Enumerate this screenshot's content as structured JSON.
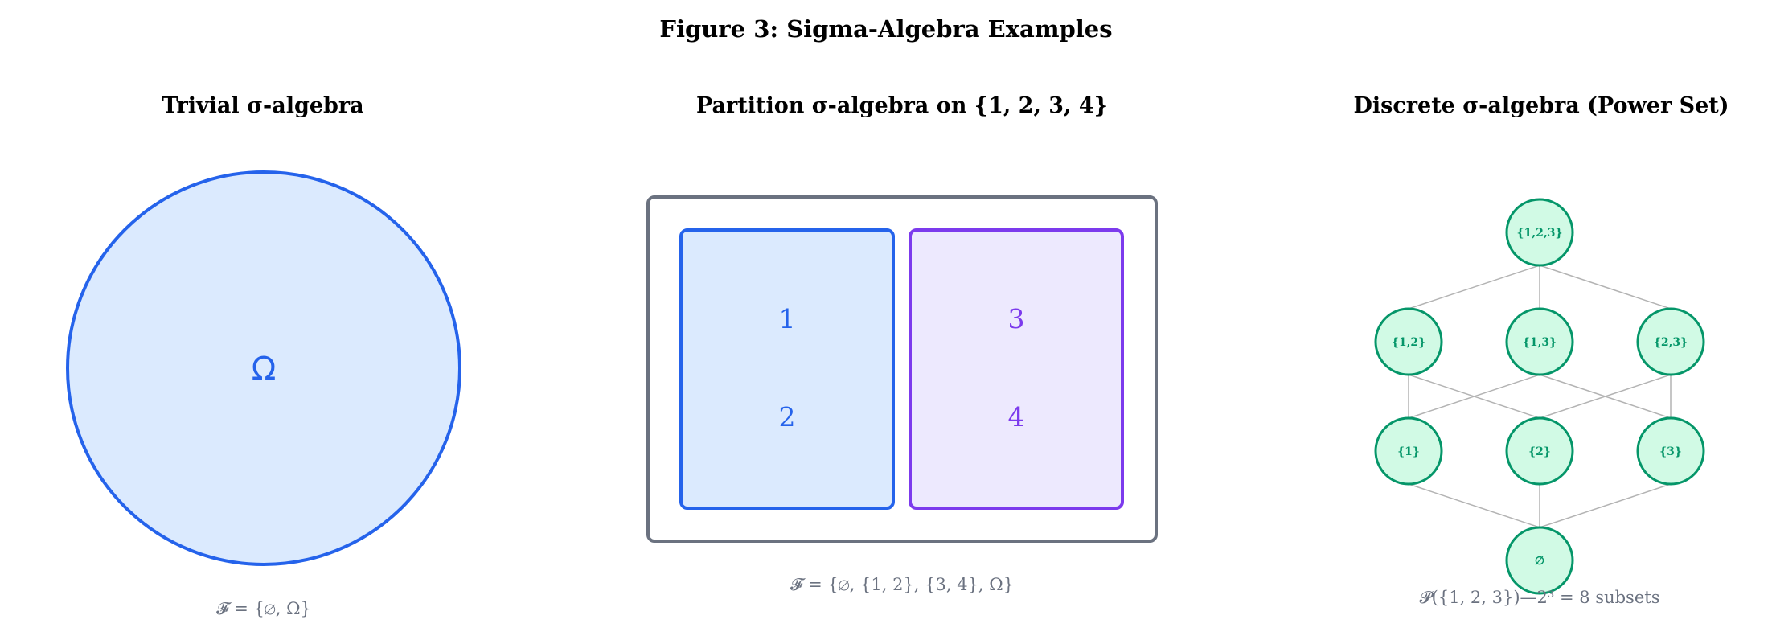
{
  "figure": {
    "title": "Figure 3: Sigma-Algebra Examples"
  },
  "panels": {
    "trivial": {
      "title": "Trivial σ-algebra",
      "omega_label": "Ω",
      "caption": "𝓕 = {∅, Ω}"
    },
    "partition": {
      "title": "Partition σ-algebra on {1, 2, 3, 4}",
      "left_block": [
        "1",
        "2"
      ],
      "right_block": [
        "3",
        "4"
      ],
      "caption": "𝓕 = {∅, {1, 2}, {3, 4}, Ω}"
    },
    "discrete": {
      "title": "Discrete σ-algebra (Power Set)",
      "nodes": {
        "top": "{1,2,3}",
        "pair_12": "{1,2}",
        "pair_13": "{1,3}",
        "pair_23": "{2,3}",
        "single_1": "{1}",
        "single_2": "{2}",
        "single_3": "{3}",
        "empty": "∅"
      },
      "caption": "𝓟({1, 2, 3})—2³ = 8 subsets"
    }
  },
  "colors": {
    "blue": "#2563eb",
    "blue_fill": "#dbeafe",
    "purple": "#7c3aed",
    "purple_fill": "#ede9fe",
    "green": "#059669",
    "green_fill": "#d1fae5",
    "gray": "#6b7280",
    "edge": "#b3b3b3"
  }
}
